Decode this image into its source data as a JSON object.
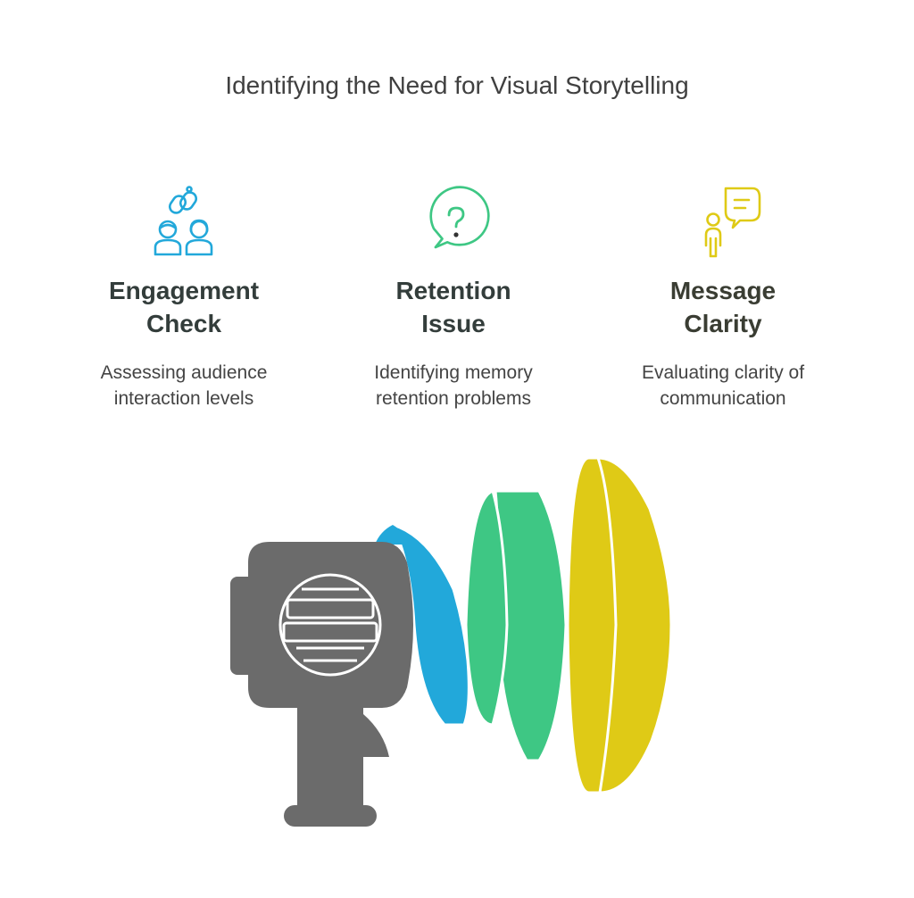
{
  "title": "Identifying the Need for Visual Storytelling",
  "columns": [
    {
      "icon": "users-link-icon",
      "heading_line1": "Engagement",
      "heading_line2": "Check",
      "desc_line1": "Assessing audience",
      "desc_line2": "interaction levels",
      "color": "#22a8da"
    },
    {
      "icon": "question-bubble-icon",
      "heading_line1": "Retention",
      "heading_line2": "Issue",
      "desc_line1": "Identifying memory",
      "desc_line2": "retention problems",
      "color": "#3ec784"
    },
    {
      "icon": "person-speech-icon",
      "heading_line1": "Message",
      "heading_line2": "Clarity",
      "desc_line1": "Evaluating clarity of",
      "desc_line2": "communication",
      "color": "#dfca16"
    }
  ],
  "colors": {
    "megaphone_body": "#6b6b6b",
    "wave_blue": "#22a8da",
    "wave_green": "#3ec784",
    "wave_yellow": "#dfca16"
  }
}
